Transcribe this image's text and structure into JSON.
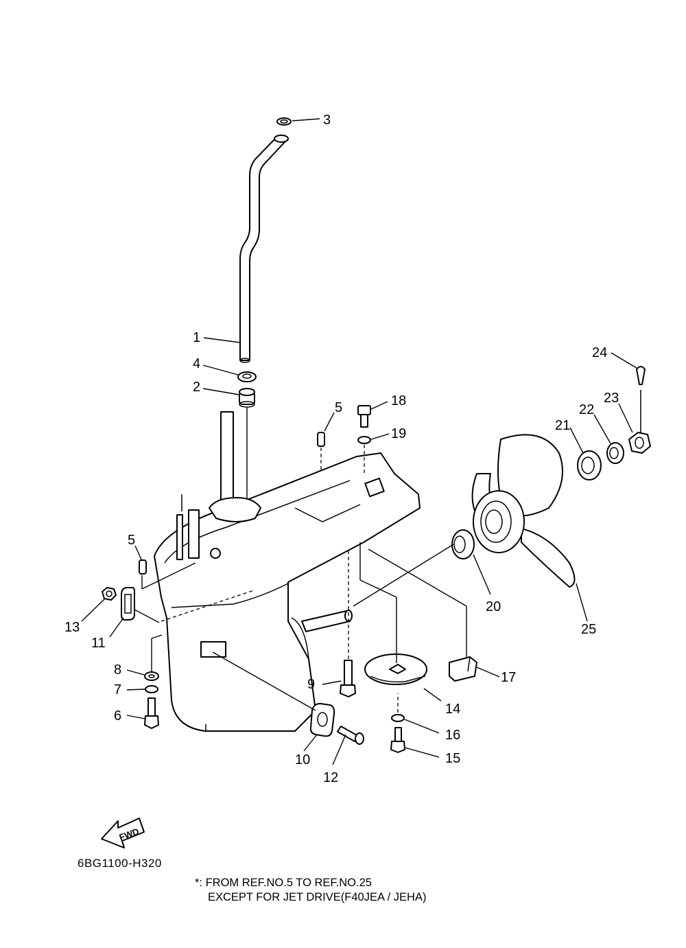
{
  "diagram": {
    "drawing_code": "6BG1100-H320",
    "fwd_label": "FWD",
    "footnote_line1": "*: FROM REF.NO.5 TO REF.NO.25",
    "footnote_line2": "EXCEPT FOR JET DRIVE(F40JEA / JEHA)",
    "callouts": {
      "c1": "1",
      "c2": "2",
      "c3": "3",
      "c4": "4",
      "c5a": "5",
      "c5b": "5",
      "c6": "6",
      "c7": "7",
      "c8": "8",
      "c9": "9",
      "c10": "10",
      "c11": "11",
      "c12": "12",
      "c13": "13",
      "c14": "14",
      "c15": "15",
      "c16": "16",
      "c17": "17",
      "c18": "18",
      "c19": "19",
      "c20": "20",
      "c21": "21",
      "c22": "22",
      "c23": "23",
      "c24": "24",
      "c25": "25"
    }
  }
}
